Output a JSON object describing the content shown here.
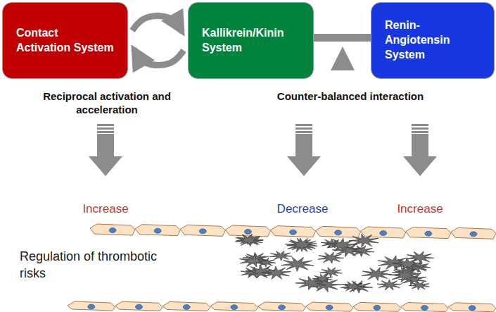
{
  "diagram": {
    "nodes": [
      {
        "text": [
          "Contact Activation System"
        ]
      },
      {
        "text": [
          "Kallikrein/Kinin System"
        ]
      },
      {
        "text": [
          "Renin-Angiotensin System"
        ]
      }
    ],
    "edges": [
      {
        "from": 0,
        "to": 1,
        "label": "Reciprocal activation and acceleration",
        "arrow": "both"
      },
      {
        "from": 1,
        "to": 2,
        "label": "Counter-balanced interaction",
        "arrow": "none"
      }
    ],
    "labels": [
      "Increase",
      "Decrease",
      "Increase",
      "Regulation of thrombotic risks"
    ]
  }
}
